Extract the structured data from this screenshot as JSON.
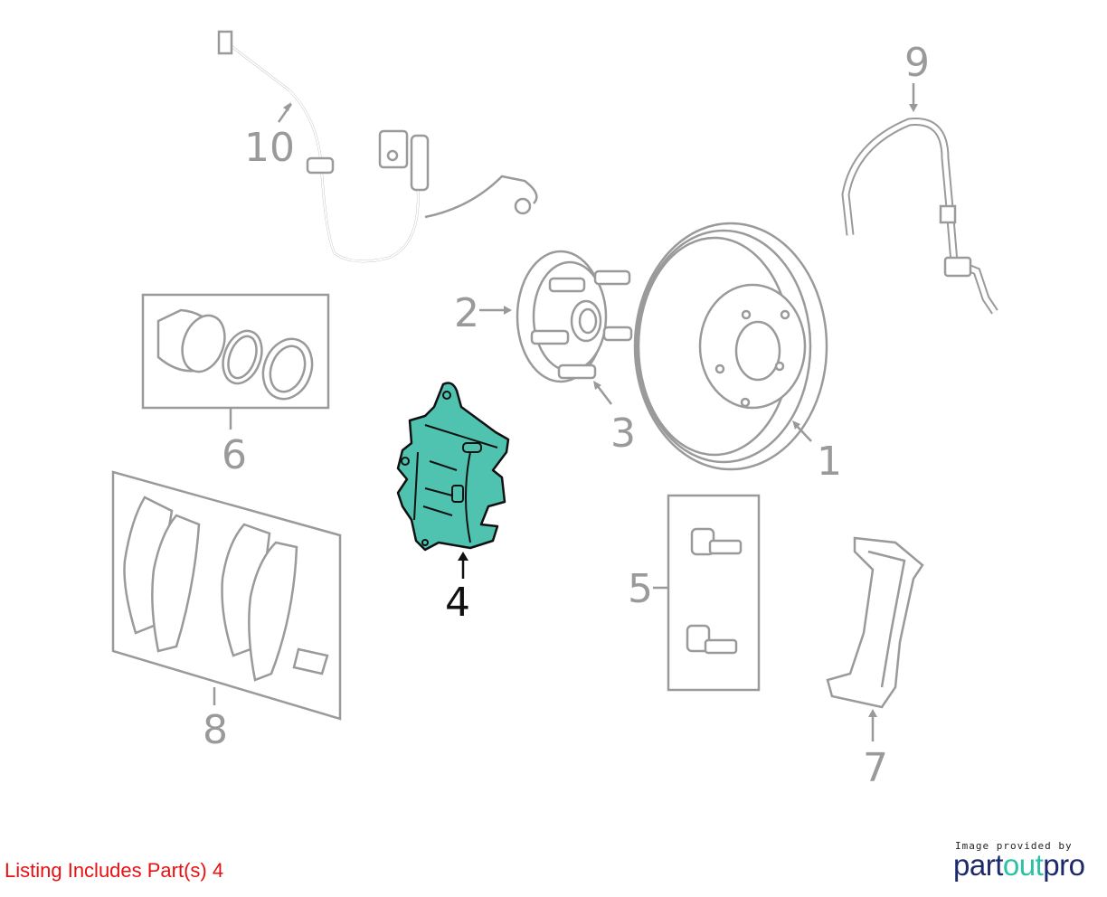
{
  "diagram": {
    "highlight_color": "#4fc3b0",
    "callouts": [
      {
        "number": "1",
        "part": "rotor"
      },
      {
        "number": "2",
        "part": "hub"
      },
      {
        "number": "3",
        "part": "stud"
      },
      {
        "number": "4",
        "part": "caliper",
        "highlighted": true
      },
      {
        "number": "5",
        "part": "bolts"
      },
      {
        "number": "6",
        "part": "piston-seal-kit"
      },
      {
        "number": "7",
        "part": "caliper-bracket"
      },
      {
        "number": "8",
        "part": "brake-pads"
      },
      {
        "number": "9",
        "part": "brake-hose"
      },
      {
        "number": "10",
        "part": "abs-sensor"
      }
    ]
  },
  "caption": "Listing Includes Part(s) 4",
  "credit": {
    "text": "Image provided by",
    "logo_part1": "part",
    "logo_part2": "out",
    "logo_part3": "pro"
  }
}
